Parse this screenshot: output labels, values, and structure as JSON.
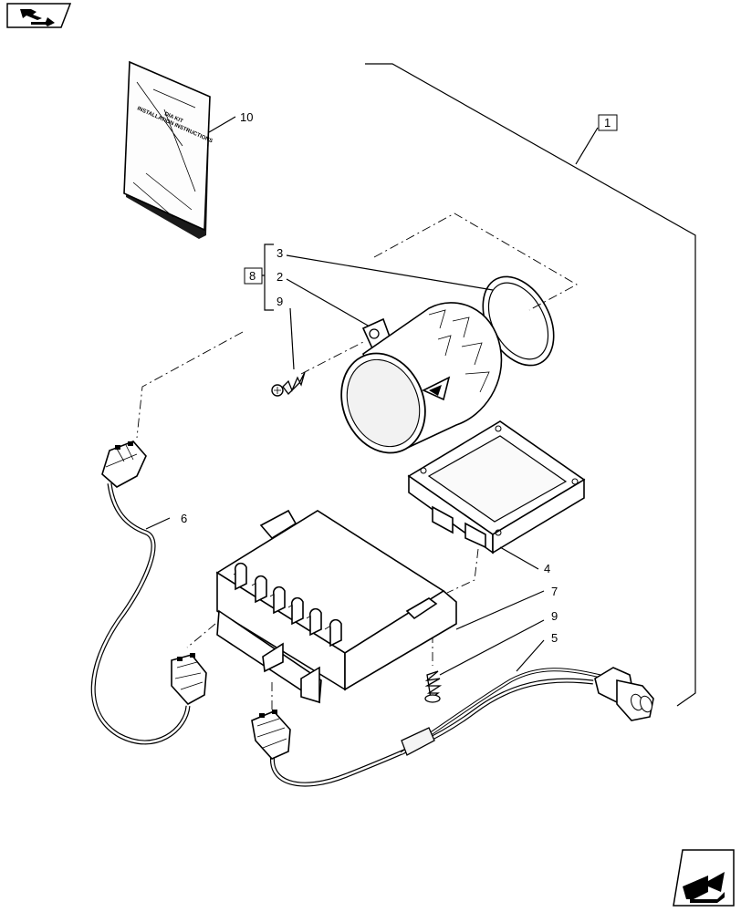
{
  "nav_icons": {
    "top_left": "page-back-arrow-icon",
    "bottom_right": "page-forward-arrow-icon"
  },
  "manual": {
    "lines": [
      "DIA KIT",
      "INSTALLATION INSTRUCTIONS"
    ]
  },
  "callouts": {
    "kit": "1",
    "group": "8",
    "manual": "10",
    "gasket": "3",
    "lamp": "2",
    "screw_top": "9",
    "harness_left": "6",
    "module": "4",
    "bracket": "7",
    "screw_bottom": "9",
    "harness_right": "5"
  }
}
